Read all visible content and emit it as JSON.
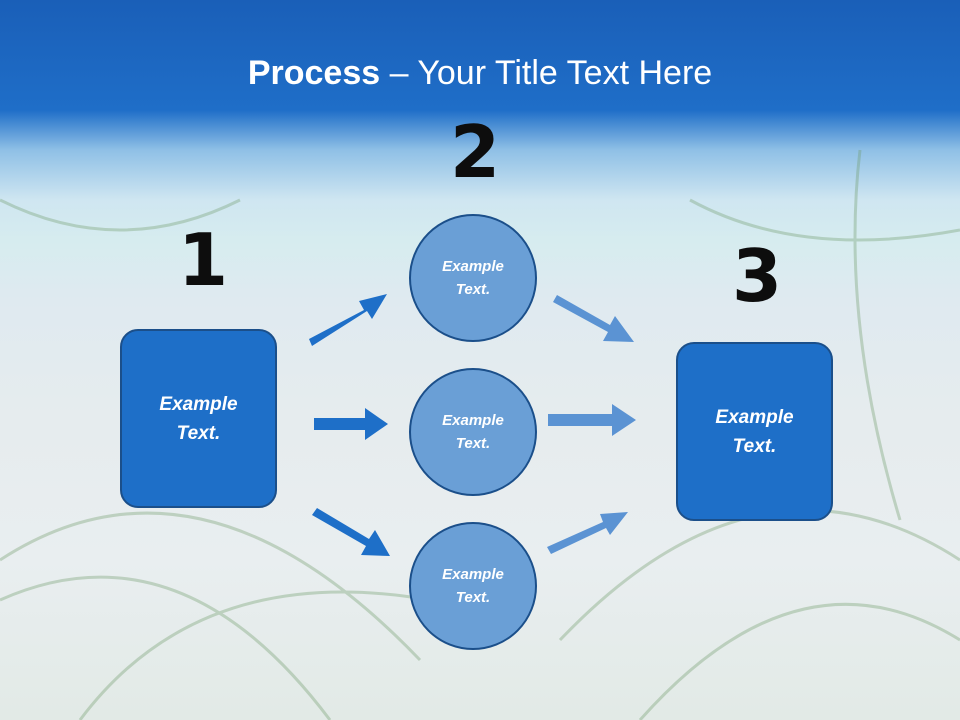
{
  "title": {
    "bold": "Process",
    "rest": " – Your Title Text Here"
  },
  "steps": [
    {
      "number": "1",
      "line1": "Example",
      "line2": "Text."
    },
    {
      "number": "2"
    },
    {
      "number": "3",
      "line1": "Example",
      "line2": "Text."
    }
  ],
  "circles": [
    {
      "line1": "Example",
      "line2": "Text."
    },
    {
      "line1": "Example",
      "line2": "Text."
    },
    {
      "line1": "Example",
      "line2": "Text."
    }
  ],
  "colors": {
    "box": "#1e6fc8",
    "circle": "#6a9fd6",
    "arrow_dark": "#1e6fc8",
    "arrow_light": "#5b93d3",
    "outline": "#1b4f8a"
  }
}
